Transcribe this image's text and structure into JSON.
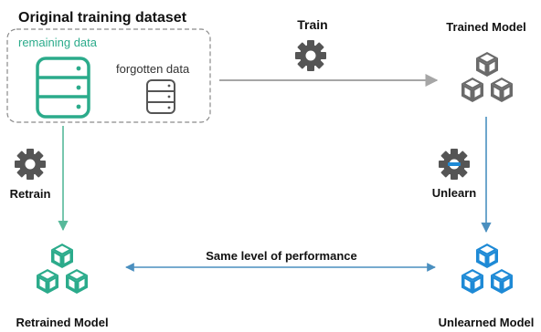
{
  "title": "Original training dataset",
  "dataset": {
    "remaining_label": "remaining data",
    "forgotten_label": "forgotten data"
  },
  "steps": {
    "train": "Train",
    "retrain": "Retrain",
    "unlearn": "Unlearn"
  },
  "models": {
    "trained": "Trained Model",
    "retrained": "Retrained Model",
    "unlearned": "Unlearned Model"
  },
  "comparison": "Same level of performance",
  "icons": {
    "database_large": "database-icon",
    "database_small": "database-icon",
    "train_gear": "gear-icon",
    "retrain_gear": "gear-icon",
    "unlearn_gear": "gear-minus-icon",
    "trained_model": "cubes-icon",
    "retrained_model": "cubes-icon",
    "unlearned_model": "cubes-icon"
  },
  "colors": {
    "green": "#2bab8b",
    "blue": "#1e8ad6",
    "gray": "#555555",
    "line_gray": "#a6a6a6",
    "arrow_blue": "#4a8fbf",
    "arrow_green": "#57b99a"
  }
}
